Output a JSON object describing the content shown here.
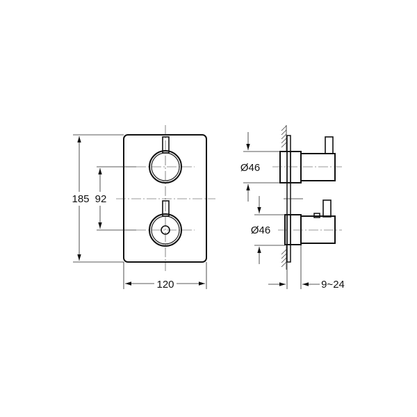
{
  "drawing": {
    "front_view": {
      "height_label": "185",
      "spacing_label": "92",
      "width_label": "120"
    },
    "side_view": {
      "upper_diameter_label": "Ø46",
      "lower_diameter_label": "Ø46",
      "depth_label": "9~24"
    },
    "colors": {
      "line": "#111111",
      "background": "#ffffff"
    }
  }
}
